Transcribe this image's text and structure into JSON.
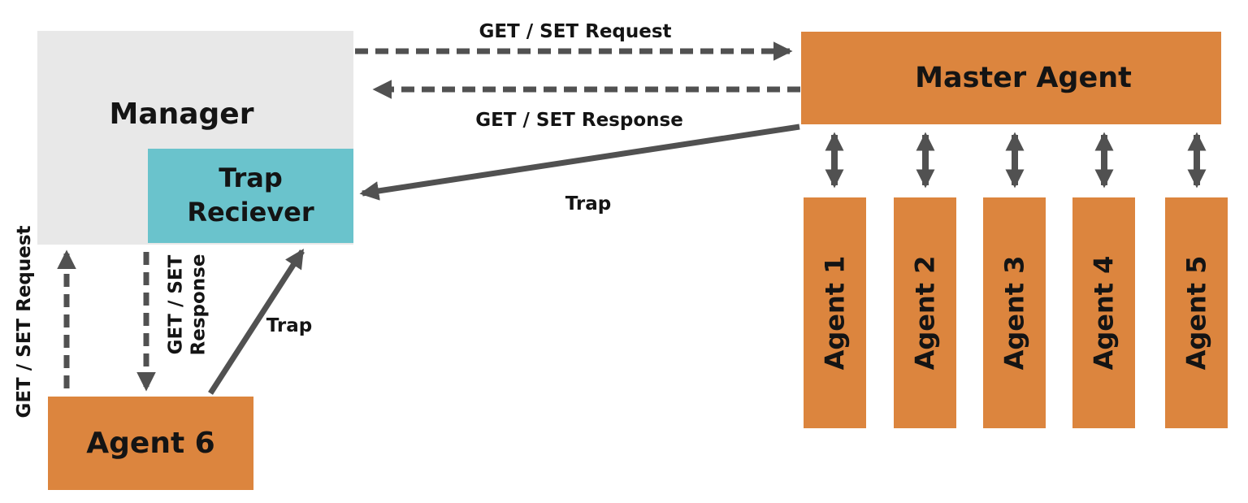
{
  "colors": {
    "background": "#FFFFFF",
    "box_orange": "#DC853E",
    "box_teal": "#6AC3CC",
    "box_gray": "#E8E8E8",
    "arrow_gray": "#515151",
    "text": "#141414"
  },
  "nodes": {
    "manager": {
      "label": "Manager"
    },
    "trap_receiver": {
      "line1": "Trap",
      "line2": "Reciever"
    },
    "master_agent": {
      "label": "Master Agent"
    },
    "agents": [
      "Agent 1",
      "Agent 2",
      "Agent 3",
      "Agent 4",
      "Agent 5"
    ],
    "agent6": {
      "label": "Agent 6"
    }
  },
  "edges": {
    "manager_to_master_request": {
      "label": "GET / SET Request",
      "style": "dashed"
    },
    "master_to_manager_response": {
      "label": "GET / SET Response",
      "style": "dashed"
    },
    "master_to_trap_receiver": {
      "label": "Trap",
      "style": "solid"
    },
    "agent6_to_manager_request": {
      "label": "GET / SET Request",
      "style": "dashed"
    },
    "manager_to_agent6_response": {
      "lines": [
        "GET / SET",
        "Response"
      ],
      "style": "dashed"
    },
    "agent6_to_trap_receiver": {
      "label": "Trap",
      "style": "solid"
    }
  }
}
